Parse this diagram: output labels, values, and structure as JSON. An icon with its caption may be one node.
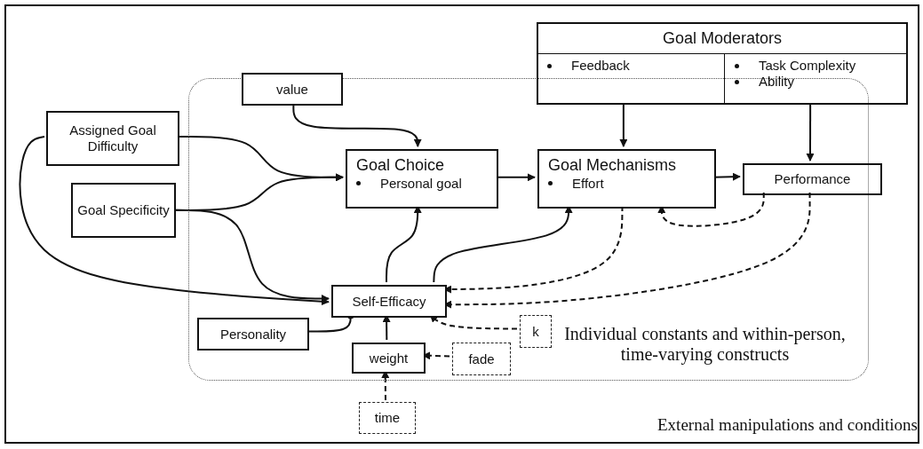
{
  "diagram": {
    "nodes": [
      {
        "text": [
          "External manipulations and conditions"
        ]
      },
      {
        "text": [
          "Individual constants and within-person, time-varying constructs"
        ],
        "in": 0
      },
      {
        "text": [
          "Goal Moderators",
          "Feedback",
          "Task Complexity",
          "Ability"
        ],
        "in": 0
      },
      {
        "text": [
          "value"
        ],
        "in": 0
      },
      {
        "text": [
          "Assigned Goal Difficulty"
        ],
        "in": 0
      },
      {
        "text": [
          "Goal Specificity"
        ],
        "in": 0
      },
      {
        "text": [
          "Goal Choice",
          "Personal goal"
        ],
        "in": 1
      },
      {
        "text": [
          "Goal Mechanisms",
          "Effort"
        ],
        "in": 1
      },
      {
        "text": [
          "Performance"
        ],
        "in": 1
      },
      {
        "text": [
          "Self-Efficacy"
        ],
        "in": 1
      },
      {
        "text": [
          "Personality"
        ],
        "in": 1
      },
      {
        "text": [
          "weight"
        ],
        "in": 1
      },
      {
        "text": [
          "fade"
        ],
        "in": 1
      },
      {
        "text": [
          "k"
        ],
        "in": 1
      },
      {
        "text": [
          "time"
        ],
        "in": 0
      }
    ],
    "edges": [
      {
        "from": 3,
        "to": 6,
        "arrow": "to"
      },
      {
        "from": 4,
        "to": 6,
        "arrow": "to"
      },
      {
        "from": 5,
        "to": 6,
        "arrow": "to"
      },
      {
        "from": 4,
        "to": 9,
        "arrow": "to"
      },
      {
        "from": 5,
        "to": 9,
        "arrow": "to"
      },
      {
        "from": 6,
        "to": 7,
        "arrow": "to"
      },
      {
        "from": 7,
        "to": 8,
        "arrow": "to"
      },
      {
        "from": 2,
        "to": 7,
        "arrow": "to"
      },
      {
        "from": 2,
        "to": 8,
        "arrow": "to"
      },
      {
        "from": 9,
        "to": 6,
        "arrow": "to"
      },
      {
        "from": 9,
        "to": 7,
        "arrow": "to"
      },
      {
        "from": 7,
        "to": 9,
        "arrow": "to",
        "style": "dashed"
      },
      {
        "from": 8,
        "to": 7,
        "arrow": "to",
        "style": "dashed"
      },
      {
        "from": 8,
        "to": 9,
        "arrow": "to",
        "style": "dashed"
      },
      {
        "from": 13,
        "to": 9,
        "arrow": "to",
        "style": "dashed"
      },
      {
        "from": 10,
        "to": 9,
        "arrow": "other"
      },
      {
        "from": 11,
        "to": 9,
        "arrow": "to"
      },
      {
        "from": 12,
        "to": 11,
        "arrow": "to",
        "style": "dashed"
      },
      {
        "from": 14,
        "to": 11,
        "arrow": "to",
        "style": "dashed"
      }
    ]
  }
}
